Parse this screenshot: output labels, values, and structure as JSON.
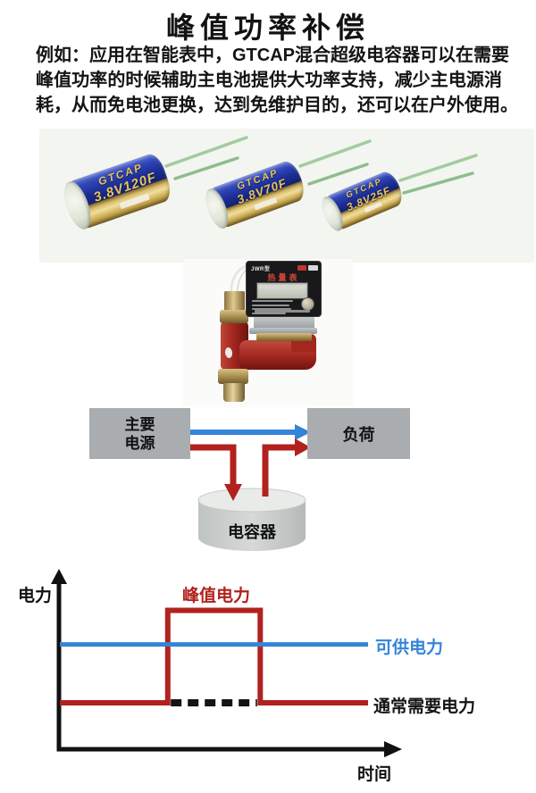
{
  "title": "峰值功率补偿",
  "intro": {
    "text": "例如：应用在智能表中，GTCAP混合超级电容器可以在需要峰值功率的时候辅助主电池提供大功率支持，减少主电源消耗，从而免电池更换，达到免维护目的，还可以在户外使用。",
    "lines": [
      "例如：应用在智能表中，GTCAP混合超级电容器可以在需要",
      "峰值功率的时候辅助主电池提供大功率支持，减少主电源消",
      "耗，从而免电池更换，达到免维护目的，还可以在户外使用。"
    ]
  },
  "capacitors": {
    "items": [
      {
        "brand": "GTCAP",
        "spec": "3.8V120F"
      },
      {
        "brand": "GTCAP",
        "spec": "3.8V70F"
      },
      {
        "brand": "GTCAP",
        "spec": "3.8V25F"
      }
    ],
    "body_color": "#1b2c93",
    "band_color": "#d9bc6c",
    "text_color": "#e7c45c",
    "lead_color": "#a3cba0"
  },
  "heat_meter": {
    "model": "JWR型",
    "label": "热量表",
    "head_color": "#19191b",
    "pipe_color": "#a3271f",
    "brass_color": "#c3a768"
  },
  "power_diagram": {
    "source_line1": "主要",
    "source_line2": "电源",
    "load": "负荷",
    "capacitor": "电容器",
    "box_color": "#a9adaf",
    "arrow_blue": "#3584d8",
    "arrow_red": "#b1221e"
  },
  "chart_data": {
    "type": "line",
    "title": "",
    "xlabel": "时间",
    "ylabel": "电力",
    "xlim": [
      0,
      1
    ],
    "ylim": [
      0,
      3.5
    ],
    "grid": false,
    "axes_color": "#111111",
    "series": [
      {
        "name": "峰值电力",
        "color": "#b1221e",
        "dashed": false,
        "width": 6,
        "x": [
          0,
          0.35,
          0.35,
          0.65,
          0.65,
          1.0
        ],
        "y": [
          1,
          1,
          2.9,
          2.9,
          1,
          1
        ],
        "note": "normal demand level with square pulse peak"
      },
      {
        "name": "可供电力",
        "color": "#3584d8",
        "dashed": false,
        "width": 5,
        "x": [
          0,
          1.0
        ],
        "y": [
          2.2,
          2.2
        ]
      },
      {
        "name": "通常需要电力",
        "color": "#141414",
        "dashed": true,
        "width": 8,
        "x": [
          0.36,
          0.64
        ],
        "y": [
          1,
          1
        ],
        "note": "dashed continuation of normal level during the peak"
      }
    ],
    "legend_position": "labels-on-lines"
  }
}
